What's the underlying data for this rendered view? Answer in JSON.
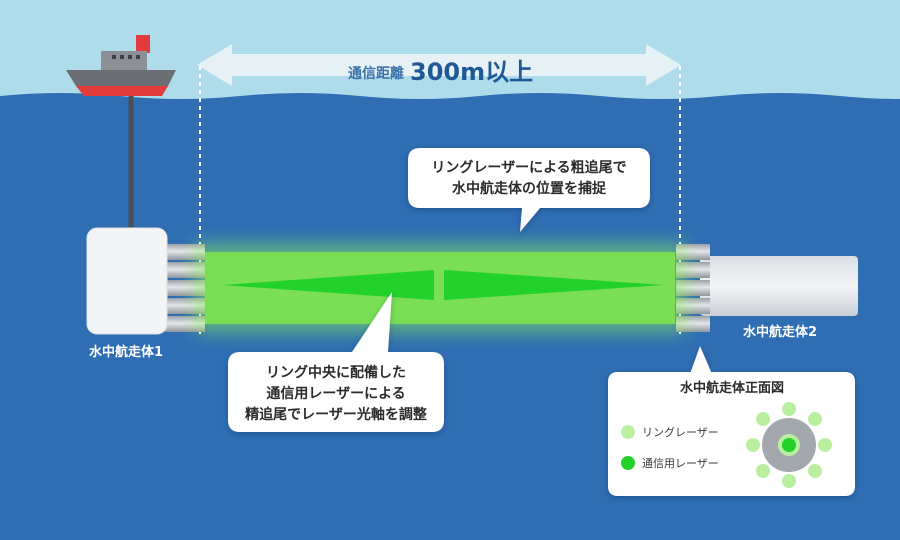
{
  "distance": {
    "label": "通信距離",
    "value": "300m以上"
  },
  "vehicles": {
    "vehicle1": "水中航走体1",
    "vehicle2": "水中航走体2"
  },
  "callouts": {
    "top": [
      "リングレーザーによる粗追尾で",
      "水中航走体の位置を捕捉"
    ],
    "bottom": [
      "リング中央に配備した",
      "通信用レーザーによる",
      "精追尾でレーザー光軸を調整"
    ]
  },
  "front_view": {
    "title": "水中航走体正面図",
    "legend": [
      {
        "label": "リングレーザー",
        "color": "#b9ef9e"
      },
      {
        "label": "通信用レーザー",
        "color": "#23d12b"
      }
    ]
  },
  "colors": {
    "sky": "#aedceb",
    "sea": "#2f6eb3",
    "beam": "#6ce83a",
    "comm_laser": "#23d12b",
    "ring_laser": "#b9ef9e",
    "ship_hull": "#e23b3b",
    "ship_body": "#6b6f74"
  }
}
